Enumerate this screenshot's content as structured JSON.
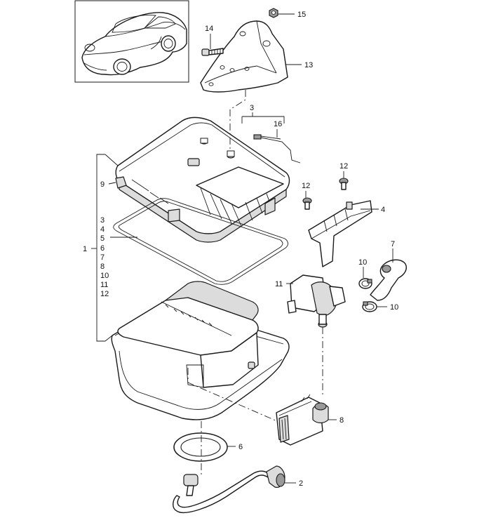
{
  "callouts": {
    "c15": "15",
    "c14": "14",
    "c13": "13",
    "c3_top": "3",
    "c16": "16",
    "c12_right": "12",
    "c12_left": "12",
    "c4": "4",
    "c9": "9",
    "c1": "1",
    "c7": "7",
    "c10_top": "10",
    "c10_bottom": "10",
    "c11": "11",
    "c8": "8",
    "c6": "6",
    "c2": "2"
  },
  "bracket_list": [
    "3",
    "4",
    "5",
    "6",
    "7",
    "8",
    "10",
    "11",
    "12"
  ]
}
